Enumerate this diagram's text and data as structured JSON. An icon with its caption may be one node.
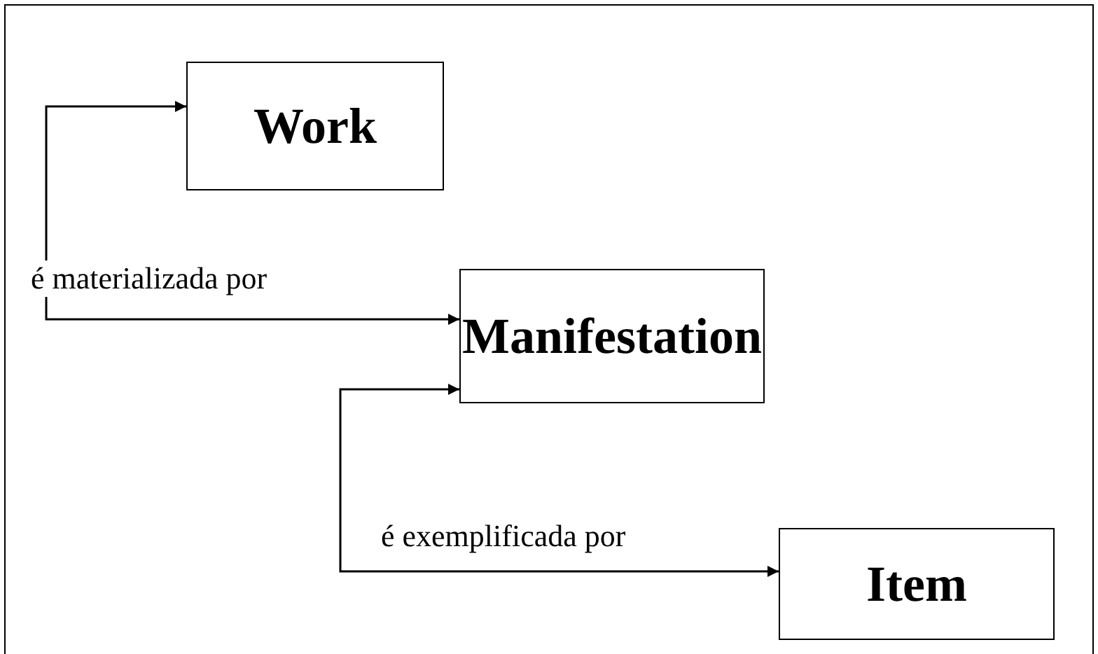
{
  "diagram": {
    "nodes": [
      {
        "text": [
          "Work"
        ]
      },
      {
        "text": [
          "Manifestation"
        ]
      },
      {
        "text": [
          "Item"
        ]
      }
    ],
    "edges": [
      {
        "from": 0,
        "to": 1,
        "arrow": "both",
        "label": "é materializada por"
      },
      {
        "from": 1,
        "to": 2,
        "arrow": "both",
        "label": "é exemplificada por"
      }
    ]
  }
}
